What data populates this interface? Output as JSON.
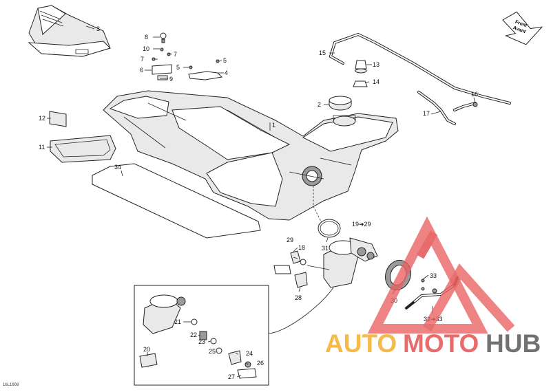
{
  "diagram": {
    "drawing_code": "16L1608",
    "direction_arrow": {
      "line1": "Front",
      "line2": "Avant"
    },
    "callouts": {
      "c1": "1",
      "c2": "2",
      "c3": "3",
      "c4": "4",
      "c5a": "5",
      "c5b": "5",
      "c6": "6",
      "c7a": "7",
      "c7b": "7",
      "c8": "8",
      "c9": "9",
      "c10": "10",
      "c11": "11",
      "c12": "12",
      "c13": "13",
      "c14": "14",
      "c15": "15",
      "c16": "16",
      "c17": "17",
      "c18": "18",
      "c1929": "19➔29",
      "c20": "20",
      "c21": "21",
      "c22": "22",
      "c23": "23",
      "c24": "24",
      "c25": "25",
      "c26": "26",
      "c27": "27",
      "c28": "28",
      "c29": "29",
      "c30": "30",
      "c31": "31",
      "c33": "33",
      "c3233": "32➔33",
      "c34": "34"
    }
  },
  "watermark": {
    "brand_part1": "AUTO",
    "brand_part2": "MOTO",
    "brand_part3": "HUB",
    "colors": {
      "triangle": "#e86060",
      "auto": "#f5b53a",
      "moto": "#e86060",
      "hub": "#666666"
    }
  }
}
